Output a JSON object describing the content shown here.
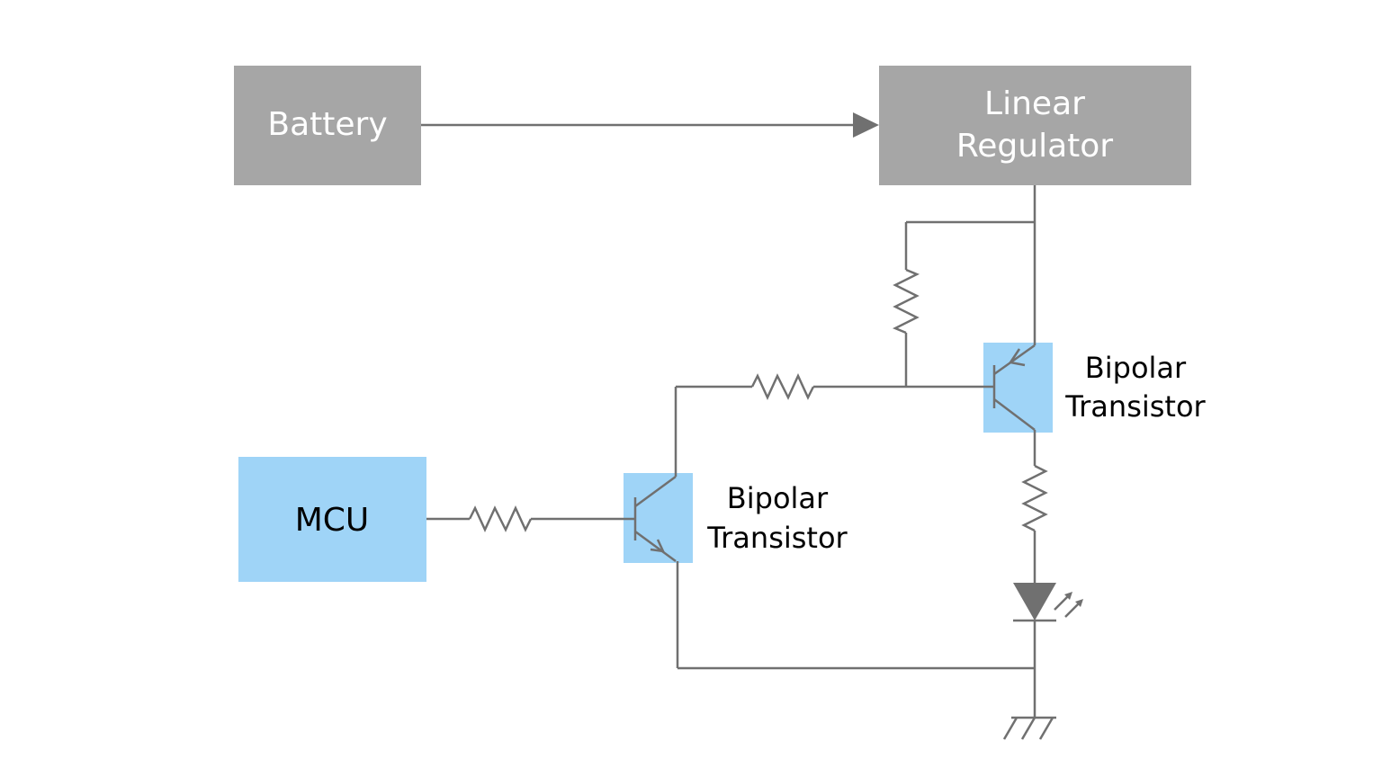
{
  "blocks": {
    "battery": {
      "label": "Battery"
    },
    "regulator": {
      "line1": "Linear",
      "line2": "Regulator"
    },
    "mcu": {
      "label": "MCU"
    }
  },
  "transistors": {
    "upper": {
      "line1": "Bipolar",
      "line2": "Transistor"
    },
    "lower": {
      "line1": "Bipolar",
      "line2": "Transistor"
    }
  },
  "colors": {
    "power_block": "#a6a6a6",
    "signal_block": "#9fd4f7",
    "wire": "#707070",
    "background": "#ffffff"
  }
}
